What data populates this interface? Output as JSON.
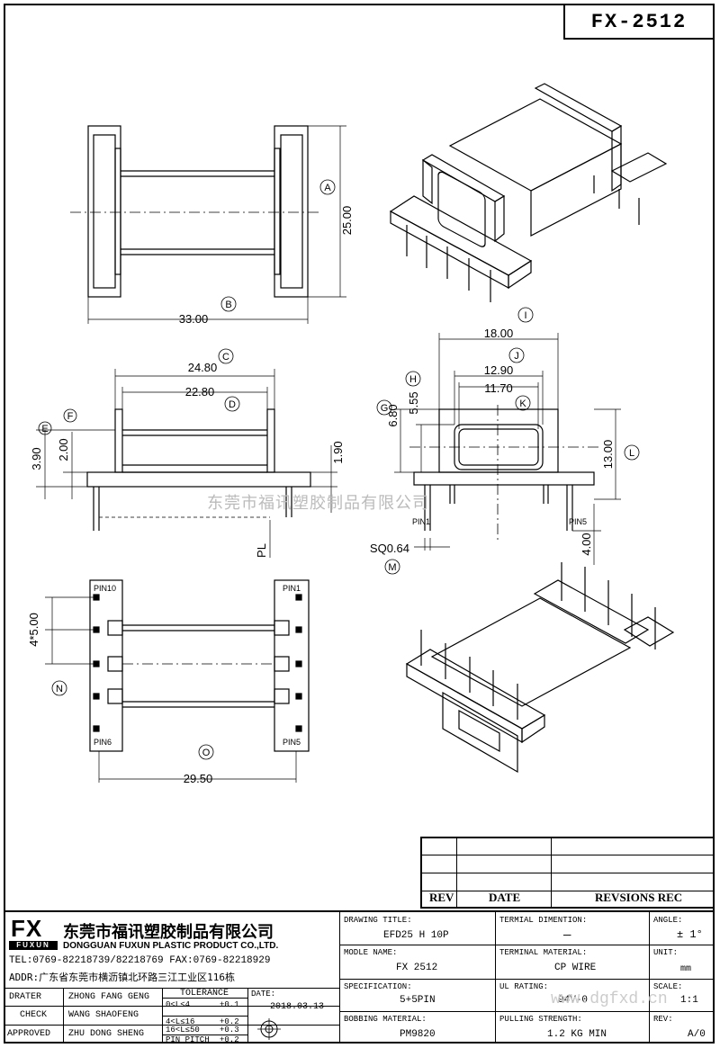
{
  "title": "FX-2512",
  "watermark": "东莞市福讯塑胶制品有限公司",
  "watermark_url": "www.dgfxd.cn",
  "dims": {
    "a_val": "25.00",
    "a_tag": "A",
    "b_val": "33.00",
    "b_tag": "B",
    "c_val": "24.80",
    "c_tag": "C",
    "d_val": "22.80",
    "d_tag": "D",
    "e_val": "3.90",
    "e_tag": "E",
    "f_val": "2.00",
    "f_tag": "F",
    "side_h": "1.90",
    "pl": "PL",
    "i_val": "18.00",
    "i_tag": "I",
    "j_val": "12.90",
    "j_tag": "J",
    "k_val": "11.70",
    "k_tag": "K",
    "g_val": "6.80",
    "g_tag": "G",
    "h_val": "5.55",
    "h_tag": "H",
    "l_val": "13.00",
    "l_tag": "L",
    "pin_len": "4.00",
    "sq": "SQ0.64",
    "m_tag": "M",
    "pitch": "4*5.00",
    "n_tag": "N",
    "o_val": "29.50",
    "o_tag": "O",
    "pin1": "PIN1",
    "pin5": "PIN5",
    "pin6": "PIN6",
    "pin10": "PIN10"
  },
  "revision": {
    "rev": "REV",
    "date": "DATE",
    "revisions": "REVSIONS REC"
  },
  "company": {
    "logo": "FX",
    "logo_sub": "FUXUN",
    "name_cn": "东莞市福讯塑胶制品有限公司",
    "name_en": "DONGGUAN FUXUN PLASTIC PRODUCT CO.,LTD.",
    "tel": "TEL:0769-82218739/82218769 FAX:0769-82218929",
    "addr": "ADDR:广东省东莞市横沥镇北环路三江工业区116栋"
  },
  "people": {
    "drater_lbl": "DRATER",
    "drater": "ZHONG FANG GENG",
    "check_lbl": "CHECK",
    "check": "WANG SHAOFENG",
    "approved_lbl": "APPROVED",
    "approved": "ZHU DONG SHENG"
  },
  "tolerance": {
    "title": "TOLERANCE",
    "r1": "0<L≤4",
    "r1v": "+0.1",
    "r2": "4<L≤16",
    "r2v": "+0.2",
    "r3": "16<L≤50",
    "r3v": "+0.3",
    "r4": "PIN PITCH",
    "r4v": "+0.2"
  },
  "date": {
    "lbl": "DATE:",
    "val": "2018.03.13"
  },
  "fields": {
    "drawing_title_lbl": "DRAWING TITLE:",
    "drawing_title": "EFD25 H 10P",
    "model_lbl": "MODLE NAME:",
    "model": "FX 2512",
    "spec_lbl": "SPECIFICATION:",
    "spec": "5+5PIN",
    "bobbin_lbl": "BOBBING MATERIAL:",
    "bobbin": "PM9820",
    "term_dim_lbl": "TERMIAL DIMENTION:",
    "term_dim": "—",
    "term_mat_lbl": "TERMINAL MATERIAL:",
    "term_mat": "CP WIRE",
    "ul_lbl": "UL RATING:",
    "ul": "94V-0",
    "pull_lbl": "PULLING STRENGTH:",
    "pull": "1.2 KG MIN",
    "angle_lbl": "ANGLE:",
    "angle": "± 1°",
    "unit_lbl": "UNIT:",
    "unit": "mm",
    "scale_lbl": "SCALE:",
    "scale": "1:1",
    "rev_lbl": "REV:",
    "rev": "A/0"
  }
}
